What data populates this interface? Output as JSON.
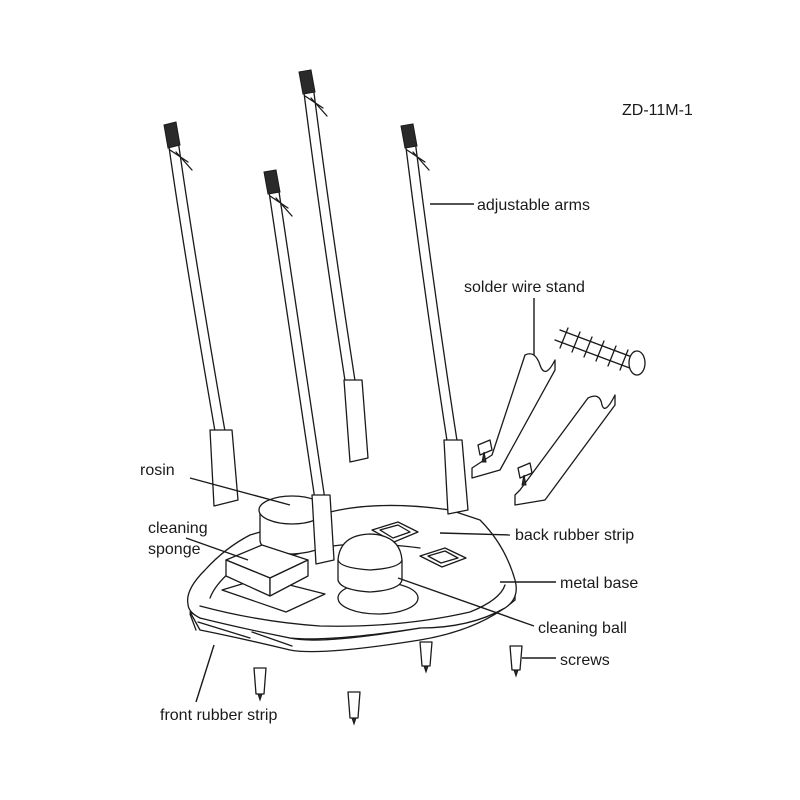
{
  "model_code": "ZD-11M-1",
  "labels": {
    "adjustable_arms": "adjustable arms",
    "solder_wire_stand": "solder wire stand",
    "rosin": "rosin",
    "cleaning_sponge_line1": "cleaning",
    "cleaning_sponge_line2": "sponge",
    "back_rubber_strip": "back rubber strip",
    "metal_base": "metal base",
    "cleaning_ball": "cleaning ball",
    "screws": "screws",
    "front_rubber_strip": "front rubber strip"
  },
  "colors": {
    "ink": "#1a1a1a",
    "background": "#ffffff"
  }
}
